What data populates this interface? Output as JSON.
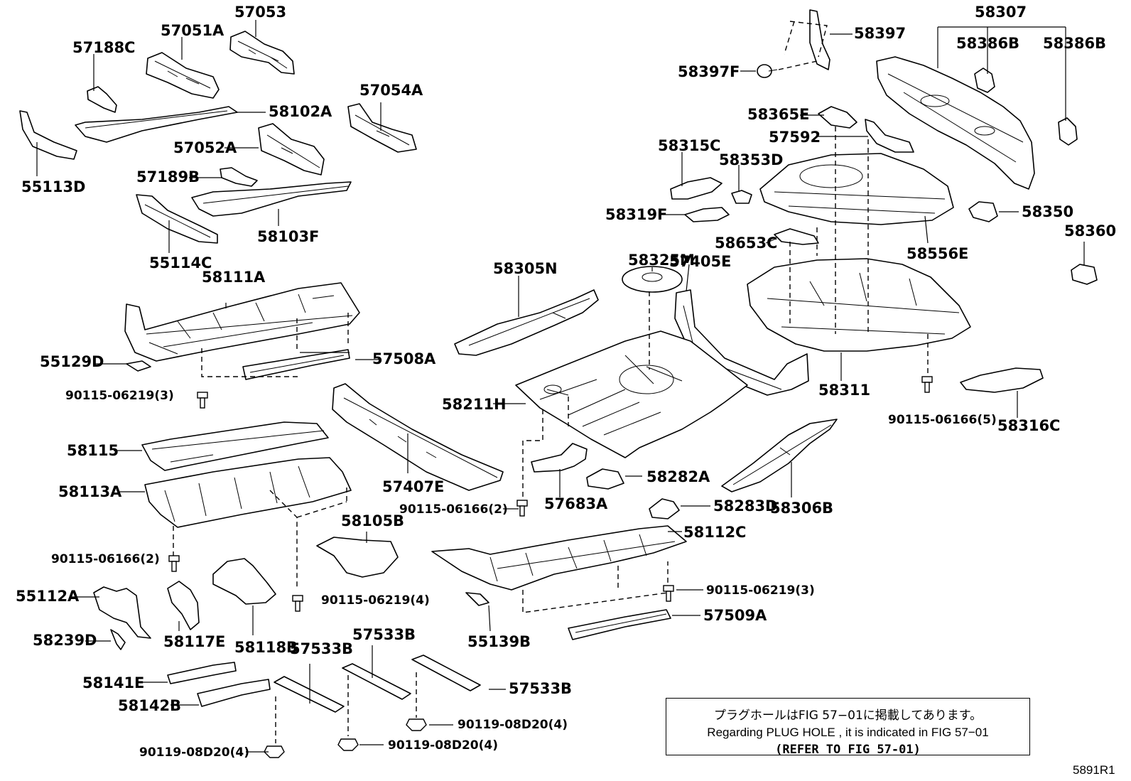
{
  "labels": {
    "l_58307": "58307",
    "l_58386B_1": "58386B",
    "l_58386B_2": "58386B",
    "l_58397": "58397",
    "l_58397F": "58397F",
    "l_58365E": "58365E",
    "l_57592": "57592",
    "l_58315C": "58315C",
    "l_58353D": "58353D",
    "l_58319F": "58319F",
    "l_58350": "58350",
    "l_58360": "58360",
    "l_58653C": "58653C",
    "l_58556E": "58556E",
    "l_58325M": "58325M",
    "l_57405E": "57405E",
    "l_58305N": "58305N",
    "l_58311": "58311",
    "l_90115_06166_5": "90115-06166(5)",
    "l_58316C": "58316C",
    "l_58211H": "58211H",
    "l_58306B": "58306B",
    "l_58282A": "58282A",
    "l_57683A": "57683A",
    "l_58283D": "58283D",
    "l_90115_06166_2b": "90115-06166(2)",
    "l_58112C": "58112C",
    "l_90115_06219_3b": "90115-06219(3)",
    "l_55139B": "55139B",
    "l_57509A": "57509A",
    "l_57533B_1": "57533B",
    "l_57533B_2": "57533B",
    "l_57533B_3": "57533B",
    "l_90119_08D20_4a": "90119-08D20(4)",
    "l_90119_08D20_4b": "90119-08D20(4)",
    "l_90119_08D20_4c": "90119-08D20(4)",
    "l_57053": "57053",
    "l_57051A": "57051A",
    "l_57188C": "57188C",
    "l_57054A": "57054A",
    "l_58102A": "58102A",
    "l_57052A": "57052A",
    "l_55113D": "55113D",
    "l_57189B": "57189B",
    "l_58103F": "58103F",
    "l_55114C": "55114C",
    "l_58111A": "58111A",
    "l_55129D": "55129D",
    "l_57508A": "57508A",
    "l_90115_06219_3a": "90115-06219(3)",
    "l_58115": "58115",
    "l_58113A": "58113A",
    "l_57407E": "57407E",
    "l_58105B": "58105B",
    "l_90115_06166_2a": "90115-06166(2)",
    "l_90115_06219_4": "90115-06219(4)",
    "l_55112A": "55112A",
    "l_58239D": "58239D",
    "l_58117E": "58117E",
    "l_58118B": "58118B",
    "l_58141E": "58141E",
    "l_58142B": "58142B"
  },
  "note": {
    "line1": "プラグホールはFIG 57−01に掲載してあります。",
    "line2": "Regarding  PLUG  HOLE , it is indicated in  FIG  57−01",
    "line3": "(REFER TO FIG 57-01)"
  },
  "figure_code": "5891R1"
}
